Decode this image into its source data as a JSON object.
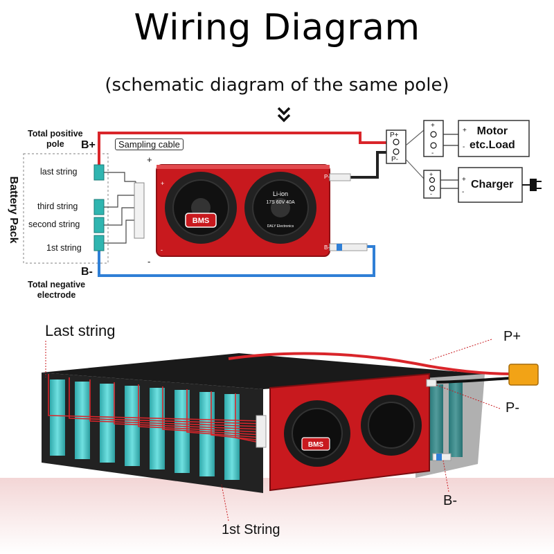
{
  "title": "Wiring Diagram",
  "subtitle": "(schematic diagram of the same pole)",
  "diagram": {
    "total_positive_pole": "Total positive\npole",
    "b_plus": "B+",
    "sampling_cable": "Sampling cable",
    "battery_pack": "Battery Pack",
    "last_string": "last string",
    "third_string": "third string",
    "second_string": "second string",
    "first_string": "1st string",
    "b_minus": "B-",
    "total_negative_electrode": "Total negative\nelectrode",
    "p_plus_port": "P+",
    "p_minus_port": "P-",
    "bms_p_minus": "P-",
    "bms_b_minus": "B-",
    "motor_load": "Motor\netc.Load",
    "charger": "Charger",
    "bms_board": {
      "badge": "BMS",
      "chem": "Li-ion",
      "spec": "17S 60V 40A",
      "brand": "DALY Electronics"
    }
  },
  "photo": {
    "last_string": "Last string",
    "first_string": "1st String",
    "p_plus": "P+",
    "p_minus": "P-",
    "b_minus": "B-",
    "bms_badge": "BMS"
  },
  "colors": {
    "red_wire": "#d9252a",
    "blue_wire": "#2f7fd6",
    "bms_red": "#c8191e",
    "cell_teal": "#48c7c9",
    "connector": "#2fb5b0"
  }
}
